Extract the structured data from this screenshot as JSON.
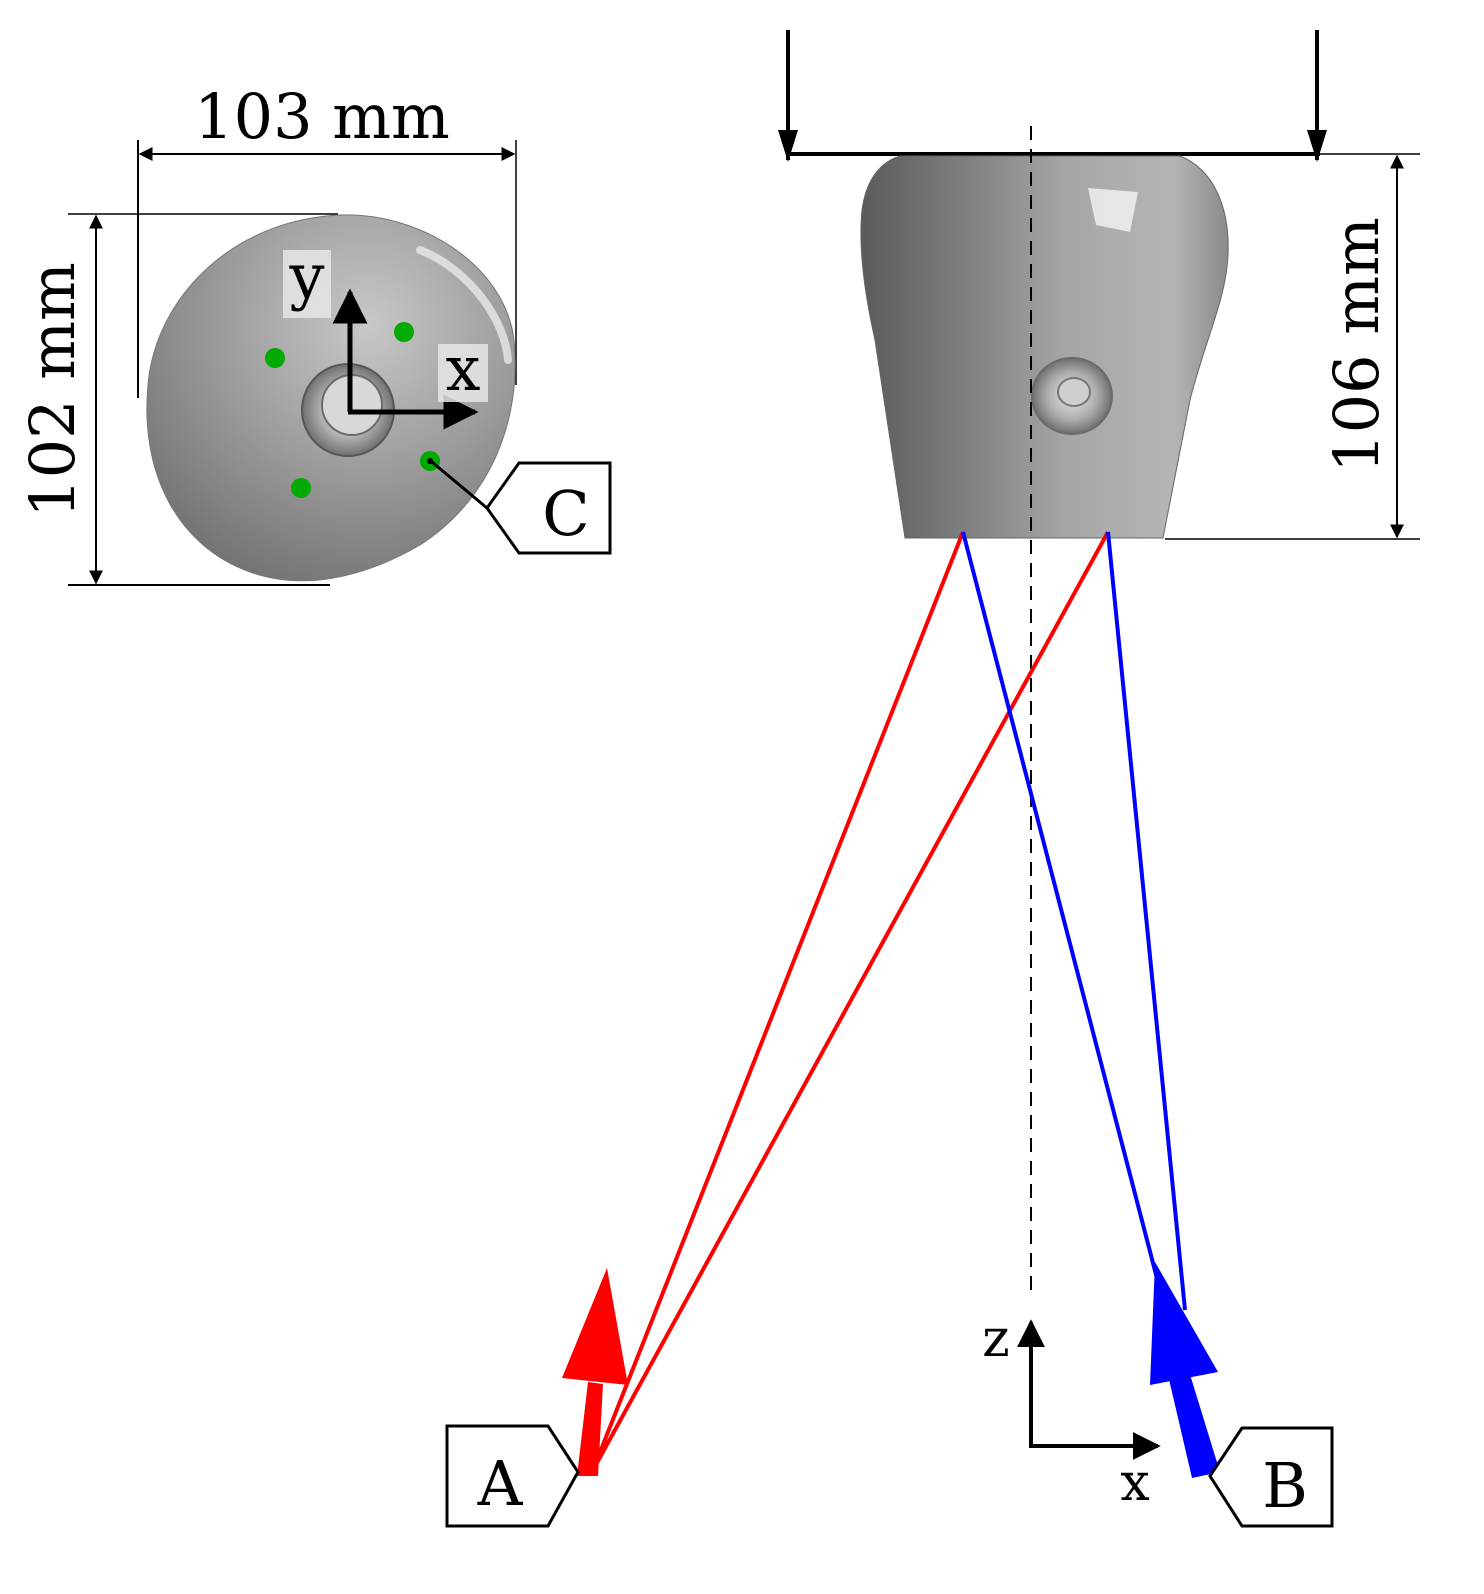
{
  "top_view": {
    "width_label": "103 mm",
    "height_label": "102 mm",
    "axis_x": "x",
    "axis_y": "y",
    "marker_label": "C",
    "marker_color": "#00aa00"
  },
  "side_view": {
    "height_label": "106 mm"
  },
  "lower_frame": {
    "axis_z": "z",
    "axis_x": "x"
  },
  "callouts": {
    "a": "A",
    "b": "B"
  },
  "colors": {
    "red_lines": "#ff0000",
    "blue_lines": "#0000ff",
    "body_gray": "#9a9a9a"
  }
}
